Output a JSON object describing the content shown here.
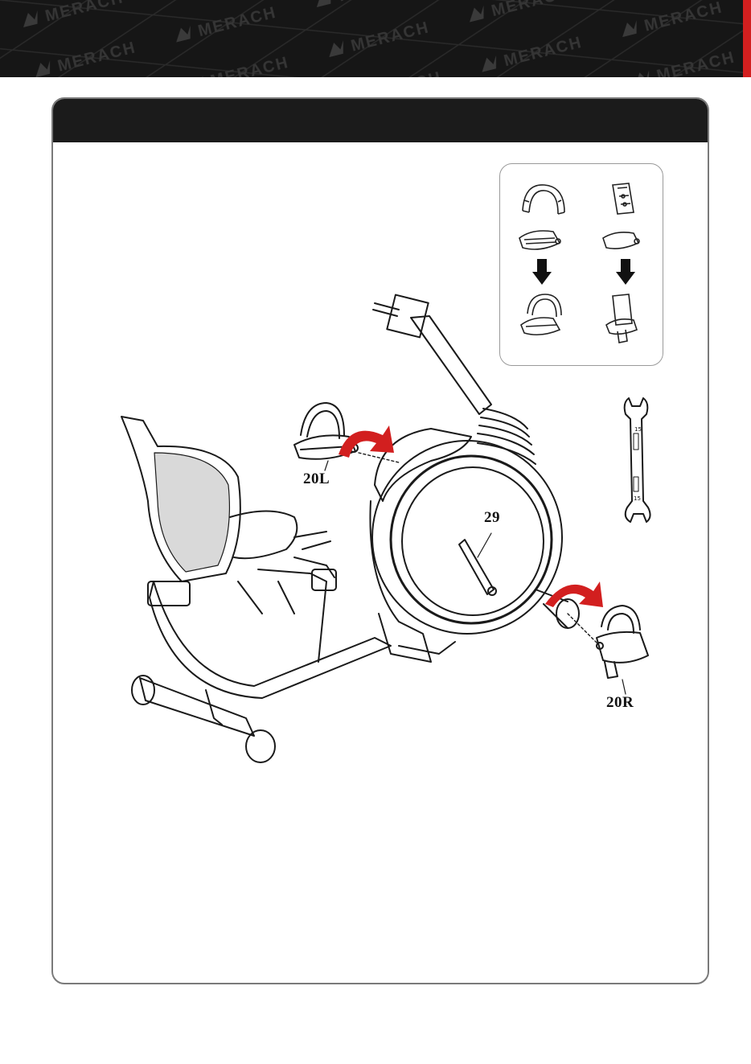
{
  "brand": {
    "watermark_text": "MERACH",
    "banner_color": "#161616",
    "accent_color": "#d21f1f"
  },
  "section": {
    "header_color": "#1b1b1b",
    "header_text": ""
  },
  "callouts": {
    "left_pedal": "20L",
    "crank": "29",
    "right_pedal": "20R"
  },
  "wrench": {
    "size_top": "15",
    "size_bottom": "15"
  },
  "icons": [
    "strap-icon",
    "pedal-icon",
    "down-arrow-icon",
    "wrench-icon",
    "rotate-arrow-icon"
  ]
}
